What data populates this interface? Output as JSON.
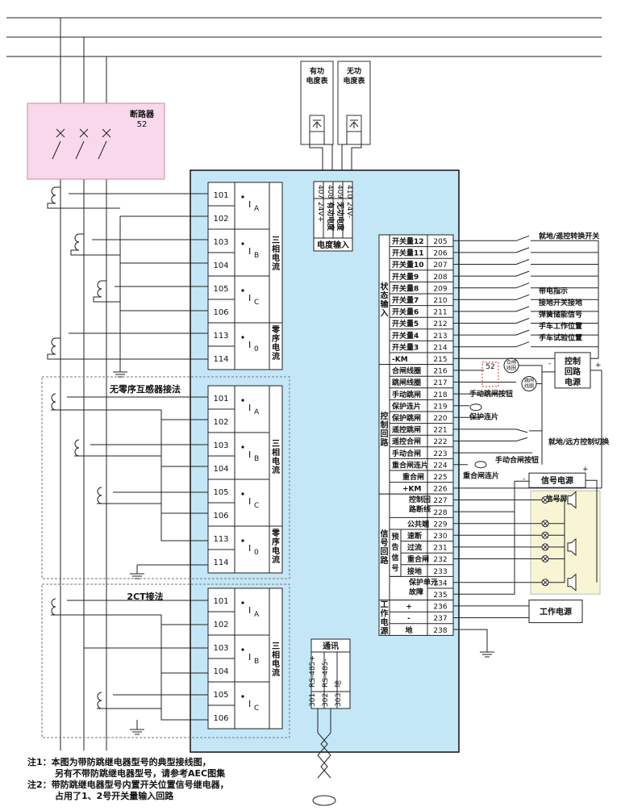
{
  "breaker": {
    "title": "断路器",
    "code": "52"
  },
  "meters": [
    {
      "label": [
        "有功",
        "电度表"
      ]
    },
    {
      "label": [
        "无功",
        "电度表"
      ]
    }
  ],
  "ct_sections": [
    {
      "title": ""
    },
    {
      "title": "无零序互感器接法"
    },
    {
      "title": "2CT接法"
    }
  ],
  "current_groups": {
    "three_phase": [
      "三",
      "相",
      "电",
      "流"
    ],
    "zero_seq": [
      "零",
      "序",
      "电",
      "流"
    ]
  },
  "phase_symbols": [
    "I",
    "A",
    "B",
    "C",
    "0"
  ],
  "ct_terminals": [
    "101",
    "102",
    "103",
    "104",
    "105",
    "106",
    "113",
    "114"
  ],
  "energy_input": {
    "terminals": [
      "407",
      "408",
      "409",
      "410"
    ],
    "labels": [
      "24V+",
      "有功电度",
      "无功电度",
      "24V-"
    ],
    "title": "电度输入"
  },
  "status_input": {
    "group_label": [
      "状",
      "态",
      "输",
      "入"
    ],
    "rows": [
      {
        "label": "开关量12",
        "num": "205"
      },
      {
        "label": "开关量11",
        "num": "206"
      },
      {
        "label": "开关量10",
        "num": "207"
      },
      {
        "label": "开关量9",
        "num": "208"
      },
      {
        "label": "开关量8",
        "num": "209"
      },
      {
        "label": "开关量7",
        "num": "210"
      },
      {
        "label": "开关量6",
        "num": "211"
      },
      {
        "label": "开关量5",
        "num": "212"
      },
      {
        "label": "开关量4",
        "num": "213"
      },
      {
        "label": "开关量3",
        "num": "214"
      },
      {
        "label": "-KM",
        "num": "215"
      }
    ],
    "external": [
      "就地/遥控转换开关",
      "带电指示",
      "接地开关接地",
      "弹簧储能信号",
      "手车工作位置",
      "手车试验位置"
    ]
  },
  "control_loop": {
    "group_label": [
      "控",
      "制",
      "回",
      "路"
    ],
    "rows": [
      {
        "label": "合闸线圈",
        "num": "216"
      },
      {
        "label": "跳闸线圈",
        "num": "217"
      },
      {
        "label": "手动跳闸",
        "num": "218"
      },
      {
        "label": "保护连片",
        "num": "219"
      },
      {
        "label": "保护跳闸",
        "num": "220"
      },
      {
        "label": "遥控跳闸",
        "num": "221"
      },
      {
        "label": "遥控合闸",
        "num": "222"
      },
      {
        "label": "手动合闸",
        "num": "223"
      },
      {
        "label": "重合闸连片",
        "num": "224"
      },
      {
        "label": "重合闸",
        "num": "225"
      },
      {
        "label": "+KM",
        "num": "226"
      }
    ],
    "external": {
      "breaker_code": "52",
      "close_coil": [
        "合闸",
        "线圈"
      ],
      "trip_coil": [
        "跳闸",
        "线圈"
      ],
      "manual_trip_button": "手动跳闸按钮",
      "protect_plate": "保护连片",
      "local_remote": "就地/远方控制切换",
      "manual_close_button": "手动合闸按钮",
      "reclose_plate": "重合闸连片",
      "power_box": [
        "控制",
        "回路",
        "电源"
      ],
      "plus": "+",
      "minus": "-"
    }
  },
  "signal_loop": {
    "group_label": [
      "信",
      "号",
      "回",
      "路"
    ],
    "sub_label": [
      "预",
      "告",
      "信",
      "号"
    ],
    "rows": [
      {
        "label": [
          "控制回",
          "路断线"
        ],
        "num": "227"
      },
      {
        "label": [],
        "num": "228"
      },
      {
        "label": [
          "公共端"
        ],
        "num": "229"
      },
      {
        "label": [
          "速断"
        ],
        "num": "230"
      },
      {
        "label": [
          "过流"
        ],
        "num": "231"
      },
      {
        "label": [
          "重合闸"
        ],
        "num": "232"
      },
      {
        "label": [
          "接地"
        ],
        "num": "233"
      },
      {
        "label": [
          "保护单元",
          "故障"
        ],
        "num": "234"
      },
      {
        "label": [],
        "num": "235"
      }
    ],
    "power_box": "信号电源",
    "screen_title": "信号屏",
    "plus": "+",
    "minus": "-"
  },
  "work_power": {
    "group_label": [
      "工",
      "作",
      "电",
      "源"
    ],
    "rows": [
      {
        "label": "+",
        "num": "236"
      },
      {
        "label": "-",
        "num": "237"
      },
      {
        "label": "地",
        "num": "238"
      }
    ],
    "power_box": "工作电源"
  },
  "comm": {
    "title": "通讯",
    "terminals": [
      "301",
      "302",
      "303"
    ],
    "labels": [
      "RS-485+",
      "RS-485-",
      "地"
    ]
  },
  "notes": [
    "注1：本图为带防跳继电器型号的典型接线图，",
    "另有不带防跳继电器型号，请参考AEC图集",
    "注2：带防跳继电器型号内置开关位置信号继电器，",
    "占用了1、2号开关量输入回路"
  ]
}
